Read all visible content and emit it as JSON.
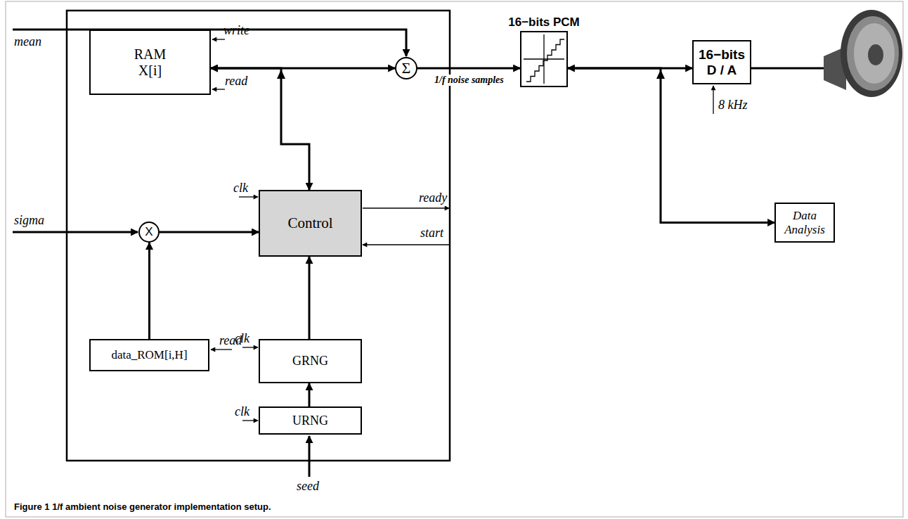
{
  "diagram": {
    "caption": "Figure 1 1/f ambient noise generator implementation setup.",
    "nodes": [
      {
        "text": [
          "RAM X[i]"
        ]
      },
      {
        "text": [
          "Σ"
        ]
      },
      {
        "text": [
          "X"
        ]
      },
      {
        "text": [
          "Control"
        ]
      },
      {
        "text": [
          "data_ROM[i,H]"
        ]
      },
      {
        "text": [
          "GRNG"
        ]
      },
      {
        "text": [
          "URNG"
        ]
      },
      {
        "text": [
          "16−bits PCM"
        ]
      },
      {
        "text": [
          "16−bits D / A"
        ]
      },
      {
        "text": [
          "Data Analysis"
        ]
      }
    ],
    "edges": [
      {
        "from": 0,
        "to": 1,
        "arrow": "both"
      },
      {
        "from": 3,
        "to": 0,
        "arrow": "both"
      },
      {
        "from": 1,
        "to": 7,
        "label": "1/f noise samples",
        "arrow": "to"
      },
      {
        "from": 7,
        "to": 8,
        "arrow": "both"
      },
      {
        "from": 7,
        "to": 9,
        "arrow": "to"
      },
      {
        "from": 2,
        "to": 3,
        "arrow": "to"
      },
      {
        "from": 4,
        "to": 2,
        "arrow": "to"
      },
      {
        "from": 5,
        "to": 3,
        "arrow": "to"
      },
      {
        "from": 6,
        "to": 5,
        "arrow": "to"
      }
    ],
    "labels": [
      "mean",
      "write",
      "read",
      "clk",
      "ready",
      "start",
      "sigma",
      "read",
      "clk",
      "clk",
      "seed",
      "8 kHz"
    ]
  }
}
